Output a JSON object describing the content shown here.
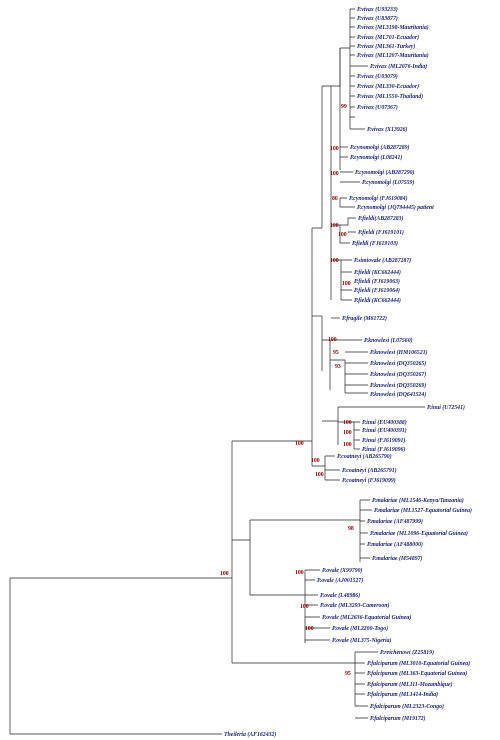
{
  "tree": {
    "taxa": [
      "P.vivax (U93233)",
      "P.vivax (U83877)",
      "P.vivax (ML3198-Mauritania)",
      "P.vivax (ML701-Ecuador)",
      "P.vivax (ML361-Turkey)",
      "P.vivax (ML1207-Mauritania)",
      "P.vivax (ML2076-India)",
      "P.vivax (U03079)",
      "P.vivax (ML330-Ecuador)",
      "P.vivax (ML1550-Thailand)",
      "P.vivax (U07367)",
      "P.vivax (X13926)",
      "P.cynomolgi (AB287289)",
      "P.cynomolgi (L08241)",
      "P.cynomolgi (AB287290)",
      "P.cynomolgi (L07559)",
      "P.cynomolgi (FJ619084)",
      "P.cynomolgi (JQ794445) patient",
      "P.fieldi(AB287283)",
      "P.fieldi (FJ619101)",
      "P.fieldi (FJ619103)",
      "P.simiovale (AB287287)",
      "P.fieldi (KC662444)",
      "P.fieldi (FJ619063)",
      "P.fieldi (FJ619064)",
      "P.fieldi (KC662444)",
      "P.fragile (M61722)",
      "P.knowlesi (L07560)",
      "P.knowlesi (HM106521)",
      "P.knowlesi (DQ350265)",
      "P.knowlesi (DQ350267)",
      "P.knowlesi (DQ350269)",
      "P.knowlesi (DQ641524)",
      "P.inui (U72541)",
      "P.inui (EU400388)",
      "P.inui (EU400391)",
      "P.inui (FJ619091)",
      "P.inui (FJ619096)",
      "P.coatneyi (AB265790)",
      "P.coatneyi (AB265791)",
      "P.coatneyi (FJ619099)",
      "P.malariae (ML1546-Kenya/Tanzania)",
      "P.malariae (ML1527-Equatorial Guinea)",
      "P.malariae (AF487999)",
      "P.malariae (ML1096-Equatorial Guinea)",
      "P.malariae (AF488000)",
      "P.malariae (M54897)",
      "P.ovale (X99790)",
      "P.ovale (AJ001527)",
      "P.ovale (L48986)",
      "P.ovale (ML3293-Cameroon)",
      "P.ovale (ML2636-Equatorial Guinea)",
      "P.ovale (ML2200-Togo)",
      "P.ovale (ML375-Nigeria)",
      "P.reichenowi (Z25819)",
      "P.falciparum (ML3010-Equatorial Guinea)",
      "P.falciparum (ML363-Equatorial Guinea)",
      "P.falciparum (ML111-Mozambique)",
      "P.falciparum (ML1414-India)",
      "P.falciparum (ML2323-Congo)",
      "P.falciparum (M19172)",
      "Theileria (AF162432)"
    ],
    "bootstrap": [
      "99",
      "100",
      "100",
      "86",
      "100",
      "100",
      "100",
      "100",
      "95",
      "93",
      "100",
      "100",
      "100",
      "100",
      "100",
      "100",
      "100",
      "98",
      "100",
      "100",
      "100",
      "95",
      "100"
    ]
  }
}
